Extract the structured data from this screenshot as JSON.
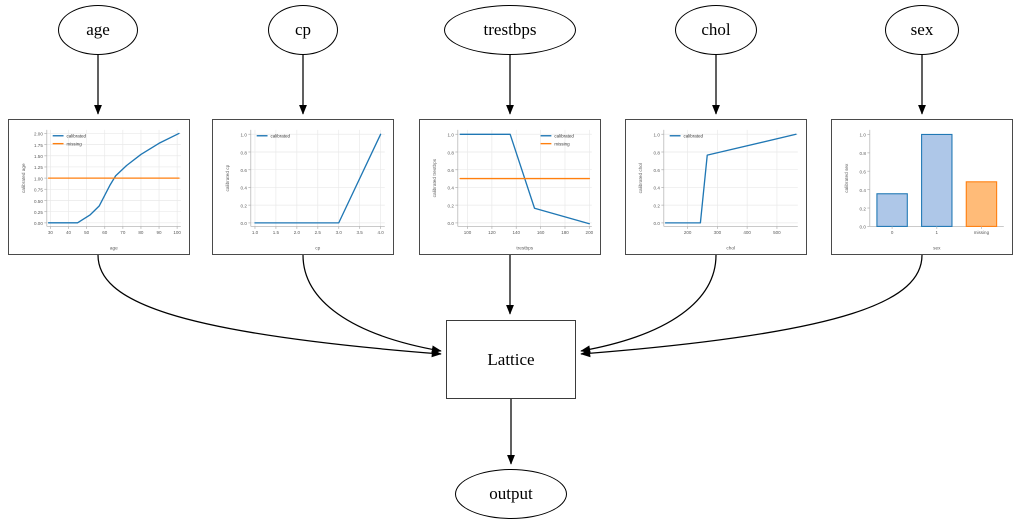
{
  "diagram": {
    "type": "calibrated-lattice-model-graph",
    "input_nodes": [
      {
        "id": "age",
        "label": "age"
      },
      {
        "id": "cp",
        "label": "cp"
      },
      {
        "id": "trestbps",
        "label": "trestbps"
      },
      {
        "id": "chol",
        "label": "chol"
      },
      {
        "id": "sex",
        "label": "sex"
      }
    ],
    "model_node": {
      "id": "lattice",
      "label": "Lattice"
    },
    "output_node": {
      "id": "output",
      "label": "output"
    },
    "legend_labels": {
      "calibrated": "calibrated",
      "missing": "missing"
    },
    "colors": {
      "calibrated": "#1f77b4",
      "missing": "#ff7f0e",
      "bar_fill": "#aec7e8",
      "bar_edge": "#1f77b4",
      "bar_fill_missing": "#ffbb78",
      "bar_edge_missing": "#ff7f0e",
      "edge": "#000000",
      "grid": "#e8e8e8"
    }
  },
  "chart_data": [
    {
      "id": "age",
      "type": "line",
      "title": "",
      "xlabel": "age",
      "ylabel": "calibrated age",
      "xlim": [
        28,
        102
      ],
      "ylim": [
        -0.08,
        2.08
      ],
      "xticks": [
        30,
        40,
        50,
        60,
        70,
        80,
        90,
        100
      ],
      "yticks": [
        0.0,
        0.25,
        0.5,
        0.75,
        1.0,
        1.25,
        1.5,
        1.75,
        2.0
      ],
      "ytick_labels": [
        "0.00",
        "0.25",
        "0.50",
        "0.75",
        "1.00",
        "1.25",
        "1.50",
        "1.75",
        "2.00"
      ],
      "grid": true,
      "legend_position": "upper left",
      "series": [
        {
          "name": "calibrated",
          "color": "#1f77b4",
          "x": [
            29,
            45,
            52,
            57,
            63,
            66,
            72,
            80,
            90,
            101
          ],
          "y": [
            0.0,
            0.0,
            0.18,
            0.38,
            0.85,
            1.05,
            1.28,
            1.53,
            1.78,
            2.0
          ]
        },
        {
          "name": "missing",
          "color": "#ff7f0e",
          "x": [
            29,
            101
          ],
          "y": [
            1.0,
            1.0
          ]
        }
      ]
    },
    {
      "id": "cp",
      "type": "line",
      "title": "",
      "xlabel": "cp",
      "ylabel": "calibrated cp",
      "xlim": [
        0.9,
        4.1
      ],
      "ylim": [
        -0.04,
        1.05
      ],
      "xticks": [
        1.0,
        1.5,
        2.0,
        2.5,
        3.0,
        3.5,
        4.0
      ],
      "xtick_labels": [
        "1.0",
        "1.5",
        "2.0",
        "2.5",
        "3.0",
        "3.5",
        "4.0"
      ],
      "yticks": [
        0.0,
        0.2,
        0.4,
        0.6,
        0.8,
        1.0
      ],
      "ytick_labels": [
        "0.0",
        "0.2",
        "0.4",
        "0.6",
        "0.8",
        "1.0"
      ],
      "grid": true,
      "legend_position": "upper left",
      "series": [
        {
          "name": "calibrated",
          "color": "#1f77b4",
          "x": [
            1.0,
            3.0,
            4.0
          ],
          "y": [
            0.0,
            0.0,
            1.0
          ]
        }
      ]
    },
    {
      "id": "trestbps",
      "type": "line",
      "title": "",
      "xlabel": "trestbps",
      "ylabel": "calibrated trestbps",
      "xlim": [
        92,
        202
      ],
      "ylim": [
        -0.04,
        1.05
      ],
      "xticks": [
        100,
        120,
        140,
        160,
        180,
        200
      ],
      "yticks": [
        0.0,
        0.2,
        0.4,
        0.6,
        0.8,
        1.0
      ],
      "ytick_labels": [
        "0.0",
        "0.2",
        "0.4",
        "0.6",
        "0.8",
        "1.0"
      ],
      "grid": true,
      "legend_position": "upper right",
      "series": [
        {
          "name": "calibrated",
          "color": "#1f77b4",
          "x": [
            94,
            135,
            155,
            200
          ],
          "y": [
            1.0,
            1.0,
            0.165,
            -0.01
          ]
        },
        {
          "name": "missing",
          "color": "#ff7f0e",
          "x": [
            94,
            200
          ],
          "y": [
            0.5,
            0.5
          ]
        }
      ]
    },
    {
      "id": "chol",
      "type": "line",
      "title": "",
      "xlabel": "chol",
      "ylabel": "calibrated chol",
      "xlim": [
        120,
        570
      ],
      "ylim": [
        -0.04,
        1.05
      ],
      "xticks": [
        200,
        300,
        400,
        500
      ],
      "yticks": [
        0.0,
        0.2,
        0.4,
        0.6,
        0.8,
        1.0
      ],
      "ytick_labels": [
        "0.0",
        "0.2",
        "0.4",
        "0.6",
        "0.8",
        "1.0"
      ],
      "grid": true,
      "legend_position": "upper left",
      "series": [
        {
          "name": "calibrated",
          "color": "#1f77b4",
          "x": [
            126,
            243,
            266,
            564
          ],
          "y": [
            0.0,
            0.0,
            0.765,
            1.0
          ]
        }
      ]
    },
    {
      "id": "sex",
      "type": "bar",
      "title": "",
      "xlabel": "sex",
      "ylabel": "calibrated sex",
      "categories": [
        "0",
        "1",
        "missing"
      ],
      "values": [
        0.355,
        1.0,
        0.485
      ],
      "bar_colors": [
        "#aec7e8",
        "#aec7e8",
        "#ffbb78"
      ],
      "bar_edge_colors": [
        "#1f77b4",
        "#1f77b4",
        "#ff7f0e"
      ],
      "ylim": [
        0,
        1.05
      ],
      "yticks": [
        0.0,
        0.2,
        0.4,
        0.6,
        0.8,
        1.0
      ],
      "ytick_labels": [
        "0.0",
        "0.2",
        "0.4",
        "0.6",
        "0.8",
        "1.0"
      ],
      "grid": false,
      "legend_position": "none"
    }
  ]
}
